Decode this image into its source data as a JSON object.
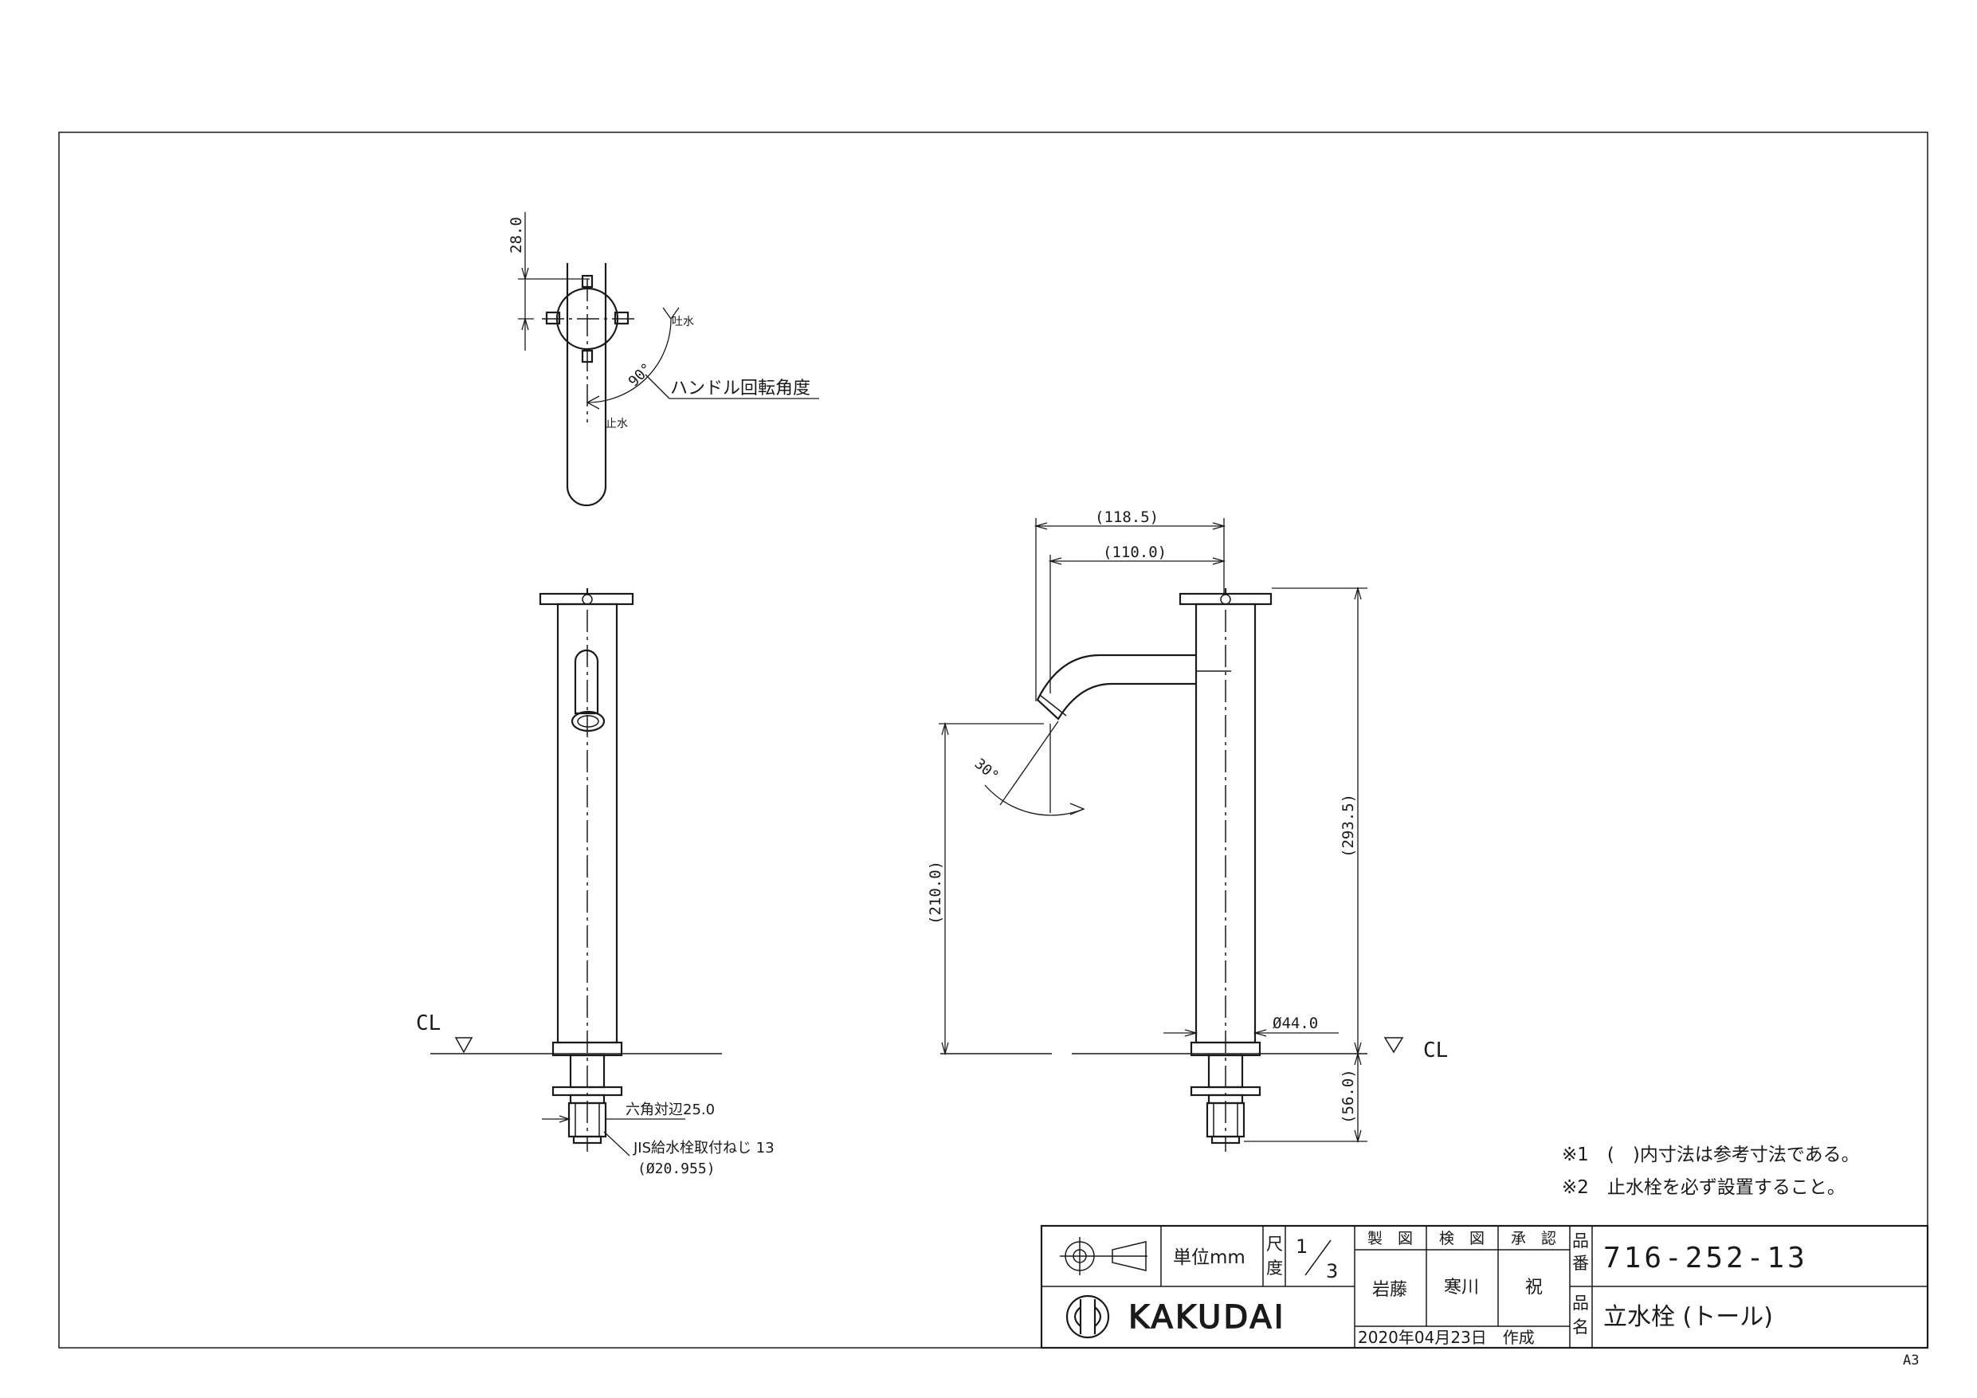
{
  "top_view": {
    "dim_height": "28.0",
    "label_open": "吐水",
    "label_close": "止水",
    "angle": "90°",
    "rotation_label": "ハンドル回転角度"
  },
  "front_view": {
    "cl_label": "CL",
    "hex_label": "六角対辺25.0",
    "thread_label": "JIS給水栓取付ねじ  13",
    "thread_dia": "(Ø20.955)"
  },
  "side_view": {
    "dim_reach_outer": "(118.5)",
    "dim_reach_inner": "(110.0)",
    "dim_total_height": "(293.5)",
    "dim_spout_height": "(210.0)",
    "dim_body_dia": "Ø44.0",
    "dim_bottom": "(56.0)",
    "spout_angle": "30°",
    "cl_label": "CL"
  },
  "notes": [
    "※1　(　)内寸法は参考寸法である。",
    "※2　止水栓を必ず設置すること。"
  ],
  "title_block": {
    "unit_label": "単位mm",
    "scale_label_1": "尺",
    "scale_label_2": "度",
    "scale_num": "1",
    "scale_den": "3",
    "headers": [
      "製　図",
      "検　図",
      "承　認"
    ],
    "names": [
      "岩藤",
      "寒川",
      "祝"
    ],
    "product_no_label_1": "品",
    "product_no_label_2": "番",
    "product_no": "716-252-13",
    "product_name_label_1": "品",
    "product_name_label_2": "名",
    "product_name": "立水栓 (トール)",
    "company": "KAKUDAI",
    "date_line": "2020年04月23日　作成"
  },
  "paper_size": "A3"
}
